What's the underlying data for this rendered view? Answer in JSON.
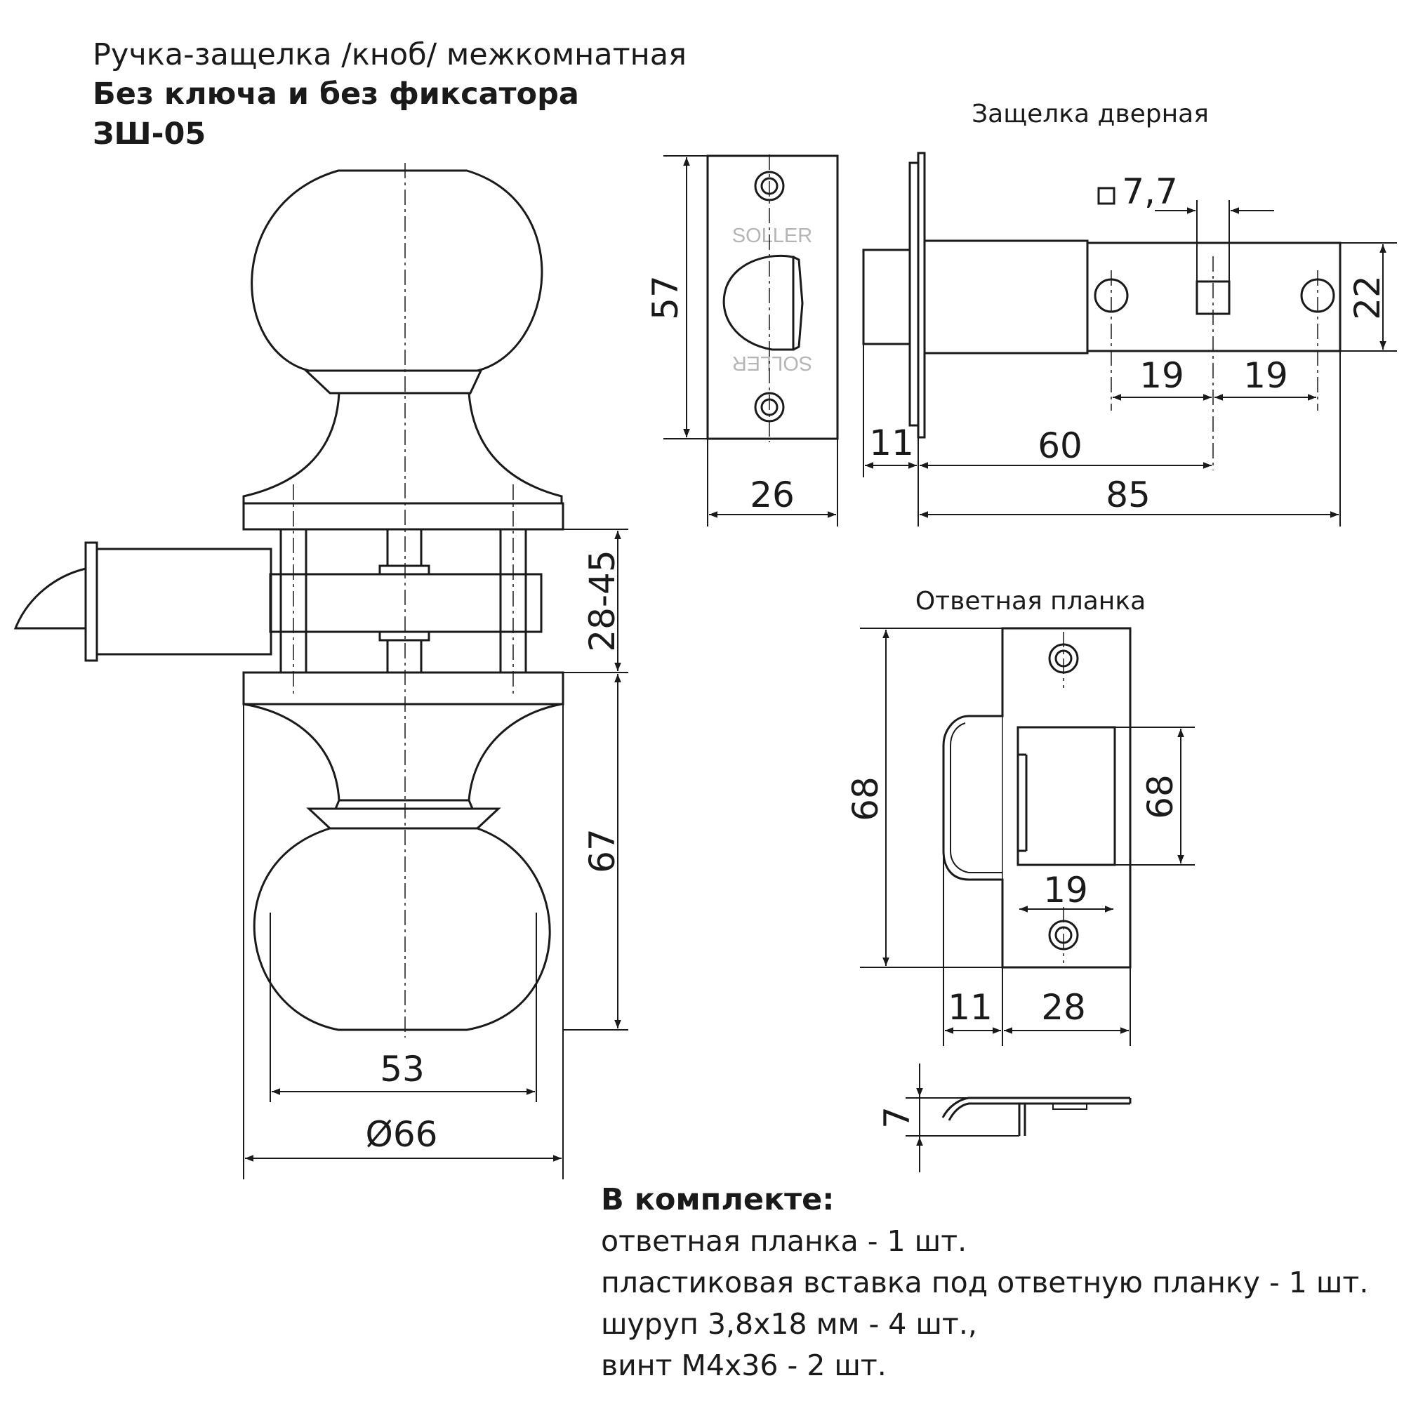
{
  "title": {
    "line1": "Ручка-защелка /кноб/ межкомнатная",
    "line2": "Без ключа и без фиксатора",
    "line3": "ЗШ-05"
  },
  "labels": {
    "latch": "Защелка дверная",
    "strike": "Ответная планка",
    "brand": "SOLLER"
  },
  "dimensions": {
    "knob_door": "28-45",
    "knob_height": "67",
    "knob_width": "53",
    "rose_diameter": "Ø66",
    "face_height": "57",
    "face_width": "26",
    "square": "7,7",
    "latch_height": "22",
    "hole_a": "19",
    "hole_b": "19",
    "bolt": "11",
    "backset": "60",
    "latch_len": "85",
    "strike_height": "68",
    "opening_height": "68",
    "opening_width": "19",
    "lip": "11",
    "strike_width": "28",
    "thickness": "7"
  },
  "kit": {
    "heading": "В комплекте:",
    "items": [
      "ответная планка - 1 шт.",
      "пластиковая вставка под ответную планку - 1 шт.",
      "шуруп 3,8x18 мм - 4 шт.,",
      "винт М4x36 - 2 шт."
    ]
  }
}
